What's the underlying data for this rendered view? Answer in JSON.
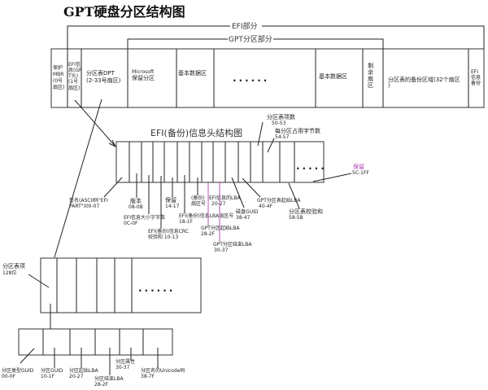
{
  "title": "GPT硬盘分区结构图",
  "colors": {
    "line": "#222222",
    "reserved_label": "#b03ab0"
  },
  "brackets": {
    "efi": "EFI部分",
    "gpt": "GPT分区部分"
  },
  "disk_layout": {
    "cells": [
      [
        "保护",
        "MBR",
        "(0号",
        "扇区)"
      ],
      [
        "EFI信",
        "息(GP",
        "T头)",
        "(1号",
        "扇区)"
      ],
      [
        "分区表DPT",
        "(2-33号扇区)"
      ],
      [
        "Microsoft",
        "保留分区"
      ],
      [
        "基本数据区"
      ],
      [
        "......"
      ],
      [
        "基本数据区"
      ],
      [
        "剩",
        "余",
        "扇",
        "区"
      ],
      [
        "分区表的备份区域(32个扇区",
        ")"
      ],
      [
        "EFI",
        "信息",
        "备份"
      ]
    ]
  },
  "header": {
    "title": "EFI(备份)信息头结构图",
    "dots": ".....",
    "labels": {
      "entries_count": [
        "分区表项数",
        "50-53"
      ],
      "entry_size": [
        "每分区占用字节数",
        "54-57"
      ],
      "reserved_tail": [
        "保留",
        "5C-1FF"
      ],
      "signature": [
        "签名(ASCII码\"EFI",
        "PART\")00-07"
      ],
      "version": [
        "版本",
        "08-0B"
      ],
      "header_size": [
        "EFI信息大小字节数",
        "0C-0F"
      ],
      "reserved": [
        "保留",
        "14-17"
      ],
      "crc": [
        "EFI(备份)信息CRC",
        "校验和 10-13"
      ],
      "lba": [
        "EFI(备份)信息LBA扇区号",
        "18-1F"
      ],
      "backup_lba": [
        "(备份)",
        "扇区号"
      ],
      "efi_lba": [
        "EFI信息的LBA",
        "20-27"
      ],
      "first_lba": [
        "GPT分区起始LBA",
        "28-2F"
      ],
      "last_lba": [
        "GPT分区结束LBA",
        "30-37"
      ],
      "disk_guid": [
        "磁盘GUID",
        "38-47"
      ],
      "table_lba": [
        "GPT分区表起始LBA",
        "40-4F"
      ],
      "table_crc": [
        "分区表校验和",
        "58-5B"
      ]
    }
  },
  "partition_table": {
    "label": [
      "分区表项",
      "128位"
    ],
    "dots": "......"
  },
  "entry": {
    "labels": {
      "type_guid": [
        "分区类型GUID",
        "00-0F"
      ],
      "guid": [
        "分区GUID",
        "10-1F"
      ],
      "start_lba": [
        "分区起始LBA",
        "20-27"
      ],
      "end_lba": [
        "分区结束LBA",
        "28-2F"
      ],
      "attributes": [
        "分区属性",
        "30-37"
      ],
      "name": [
        "分区名的Unicode码",
        "38-7F"
      ]
    }
  }
}
